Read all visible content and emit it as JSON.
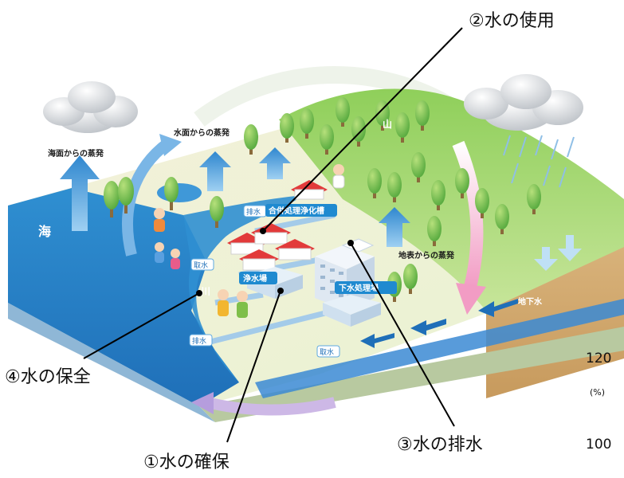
{
  "callouts": {
    "use": "②水の使用",
    "conservation": "④水の保全",
    "drainage": "③水の排水",
    "secure": "①水の確保"
  },
  "labels": {
    "sea": "海",
    "sea_evaporation": "海面からの蒸発",
    "water_surface_evaporation": "水面からの蒸発",
    "mountain": "山",
    "drain_top": "排水",
    "septic_tank": "合併処理浄化槽",
    "ground_evaporation": "地表からの蒸発",
    "intake_top": "取水",
    "river": "川",
    "water_purification_plant": "浄水場",
    "sewage_plant": "下水処理場",
    "groundwater": "地下水",
    "drain_bottom": "排水",
    "intake_bottom": "取水"
  },
  "side_axis": {
    "tick_120": "120",
    "unit": "(%)",
    "tick_100": "100"
  }
}
